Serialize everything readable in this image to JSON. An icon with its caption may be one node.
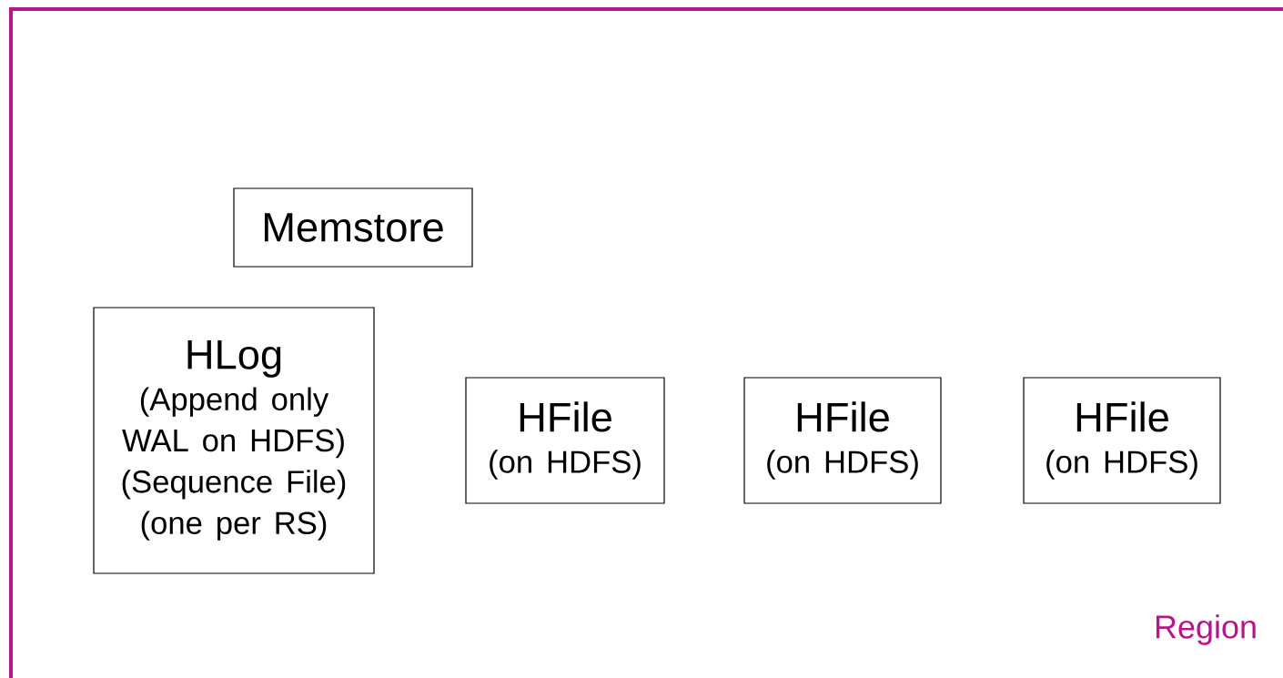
{
  "diagram": {
    "nodes": [
      {
        "text": [
          "Region"
        ]
      },
      {
        "text": [
          "Memstore"
        ],
        "in": 0
      },
      {
        "text": [
          "HLog",
          "(Append only WAL on HDFS)",
          "(Sequence File)",
          "(one per RS)"
        ],
        "in": 0
      },
      {
        "text": [
          "HFile",
          "(on HDFS)"
        ],
        "in": 0
      },
      {
        "text": [
          "HFile",
          "(on HDFS)"
        ],
        "in": 0
      },
      {
        "text": [
          "HFile",
          "(on HDFS)"
        ],
        "in": 0
      }
    ]
  }
}
